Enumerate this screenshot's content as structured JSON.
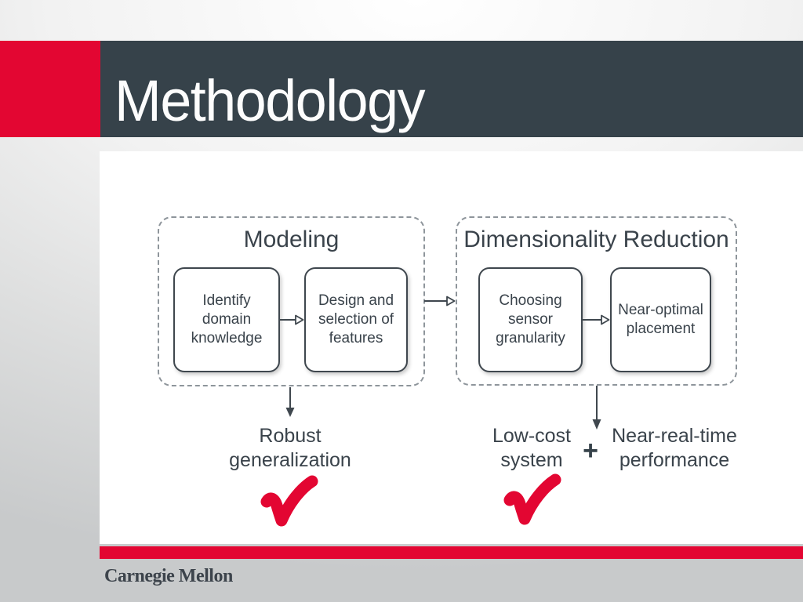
{
  "colors": {
    "accent_red": "#e30632",
    "header_dark": "#36424a",
    "text_dark": "#3a434b",
    "dash_gray": "#8e959b"
  },
  "header": {
    "title": "Methodology"
  },
  "footer": {
    "logo_text": "Carnegie Mellon"
  },
  "diagram": {
    "modeling": {
      "title": "Modeling",
      "box1": "Identify\ndomain\nknowledge",
      "box2": "Design and\nselection of\nfeatures",
      "outcome": "Robust\ngeneralization"
    },
    "reduction": {
      "title": "Dimensionality Reduction",
      "box1": "Choosing\nsensor\ngranularity",
      "box2": "Near-optimal\nplacement",
      "outcome_left": "Low-cost\nsystem",
      "plus": "+",
      "outcome_right": "Near-real-time\nperformance"
    }
  }
}
